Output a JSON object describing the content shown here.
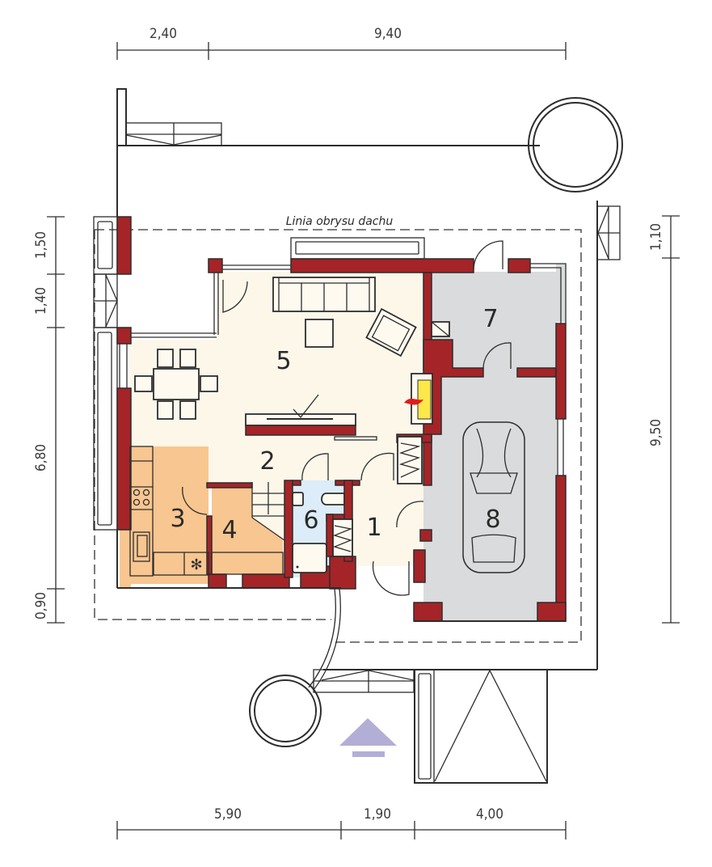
{
  "plan": {
    "roof_outline_label": "Linia obrysu dachu",
    "colors": {
      "wall": "#a52427",
      "living": "#fdf7ea",
      "kitchen": "#f8c690",
      "bathroom": "#dcecf8",
      "garage": "#d9dbdc",
      "fireplace": "#fde84a",
      "entrance_arrow": "#b3aed6"
    },
    "dimensions": {
      "top": [
        "2,40",
        "9,40"
      ],
      "bottom": [
        "5,90",
        "1,90",
        "4,00"
      ],
      "left": [
        "1,50",
        "1,40",
        "6,80",
        "0,90"
      ],
      "right": [
        "1,10",
        "9,50"
      ]
    },
    "rooms": [
      {
        "number": "1"
      },
      {
        "number": "2"
      },
      {
        "number": "3"
      },
      {
        "number": "4"
      },
      {
        "number": "5"
      },
      {
        "number": "6"
      },
      {
        "number": "7"
      },
      {
        "number": "8"
      }
    ]
  }
}
